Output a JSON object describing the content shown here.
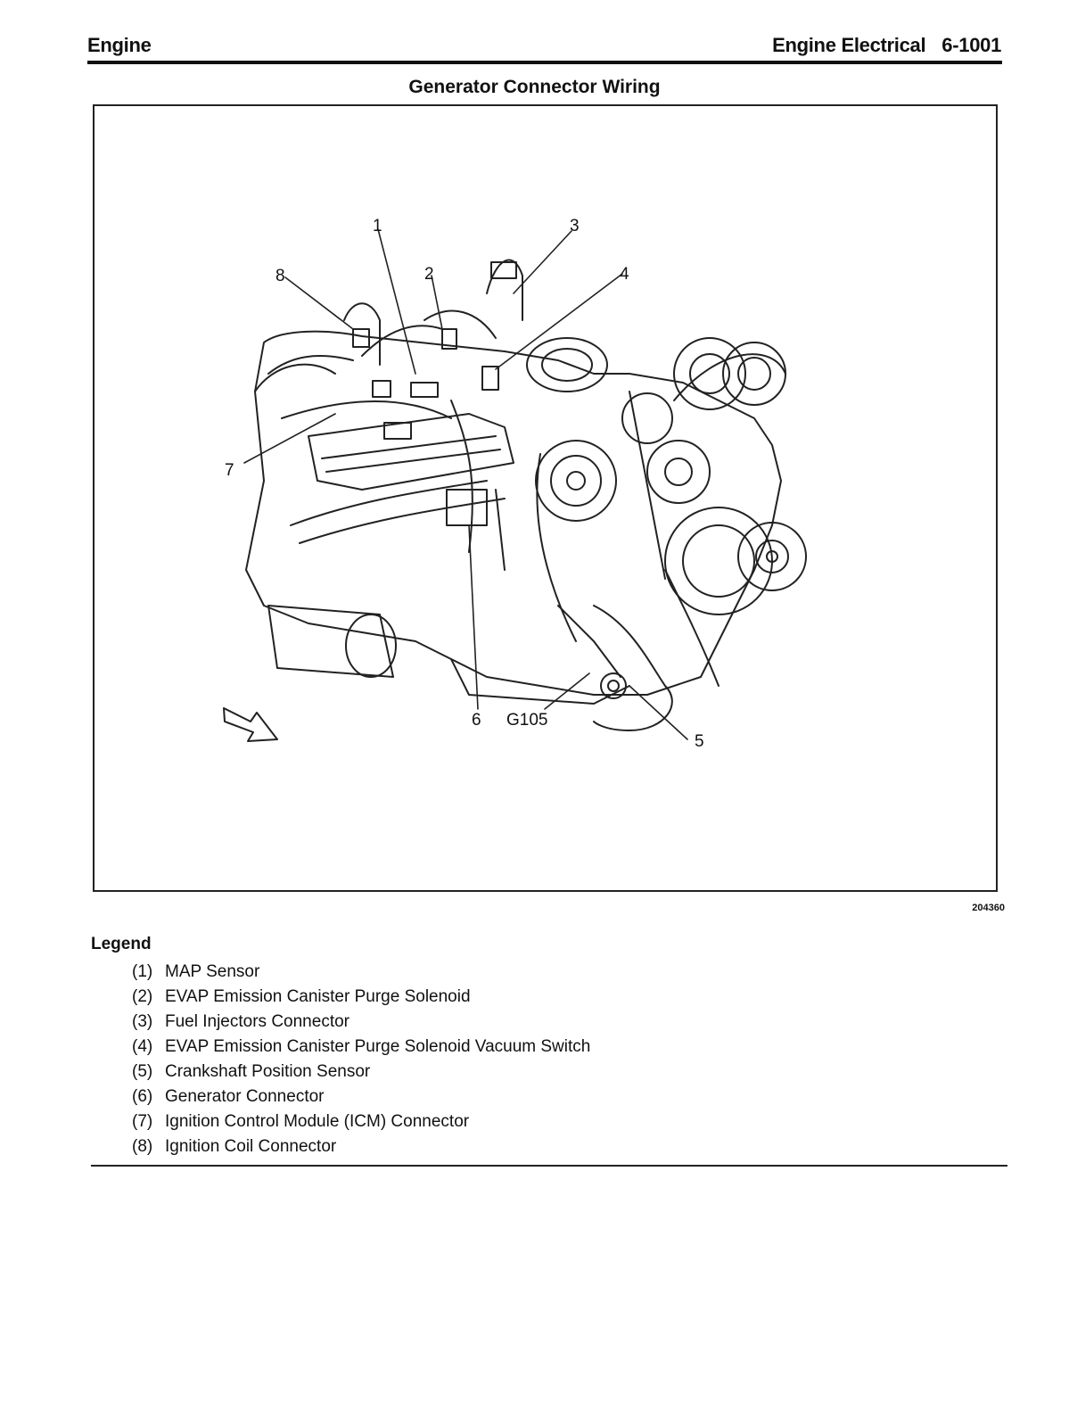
{
  "header": {
    "section_left": "Engine",
    "section_right": "Engine Electrical",
    "page_number": "6-1001"
  },
  "figure": {
    "title": "Generator Connector Wiring",
    "figure_number": "204360",
    "callouts": [
      "1",
      "2",
      "3",
      "4",
      "5",
      "6",
      "7",
      "8"
    ],
    "ground_label": "G105"
  },
  "legend": {
    "title": "Legend",
    "items": [
      {
        "num": "(1)",
        "text": "MAP Sensor"
      },
      {
        "num": "(2)",
        "text": "EVAP Emission Canister Purge Solenoid"
      },
      {
        "num": "(3)",
        "text": "Fuel Injectors Connector"
      },
      {
        "num": "(4)",
        "text": "EVAP Emission Canister Purge Solenoid Vacuum Switch"
      },
      {
        "num": "(5)",
        "text": "Crankshaft Position Sensor"
      },
      {
        "num": "(6)",
        "text": "Generator Connector"
      },
      {
        "num": "(7)",
        "text": "Ignition Control Module (ICM) Connector"
      },
      {
        "num": "(8)",
        "text": "Ignition Coil Connector"
      }
    ]
  }
}
